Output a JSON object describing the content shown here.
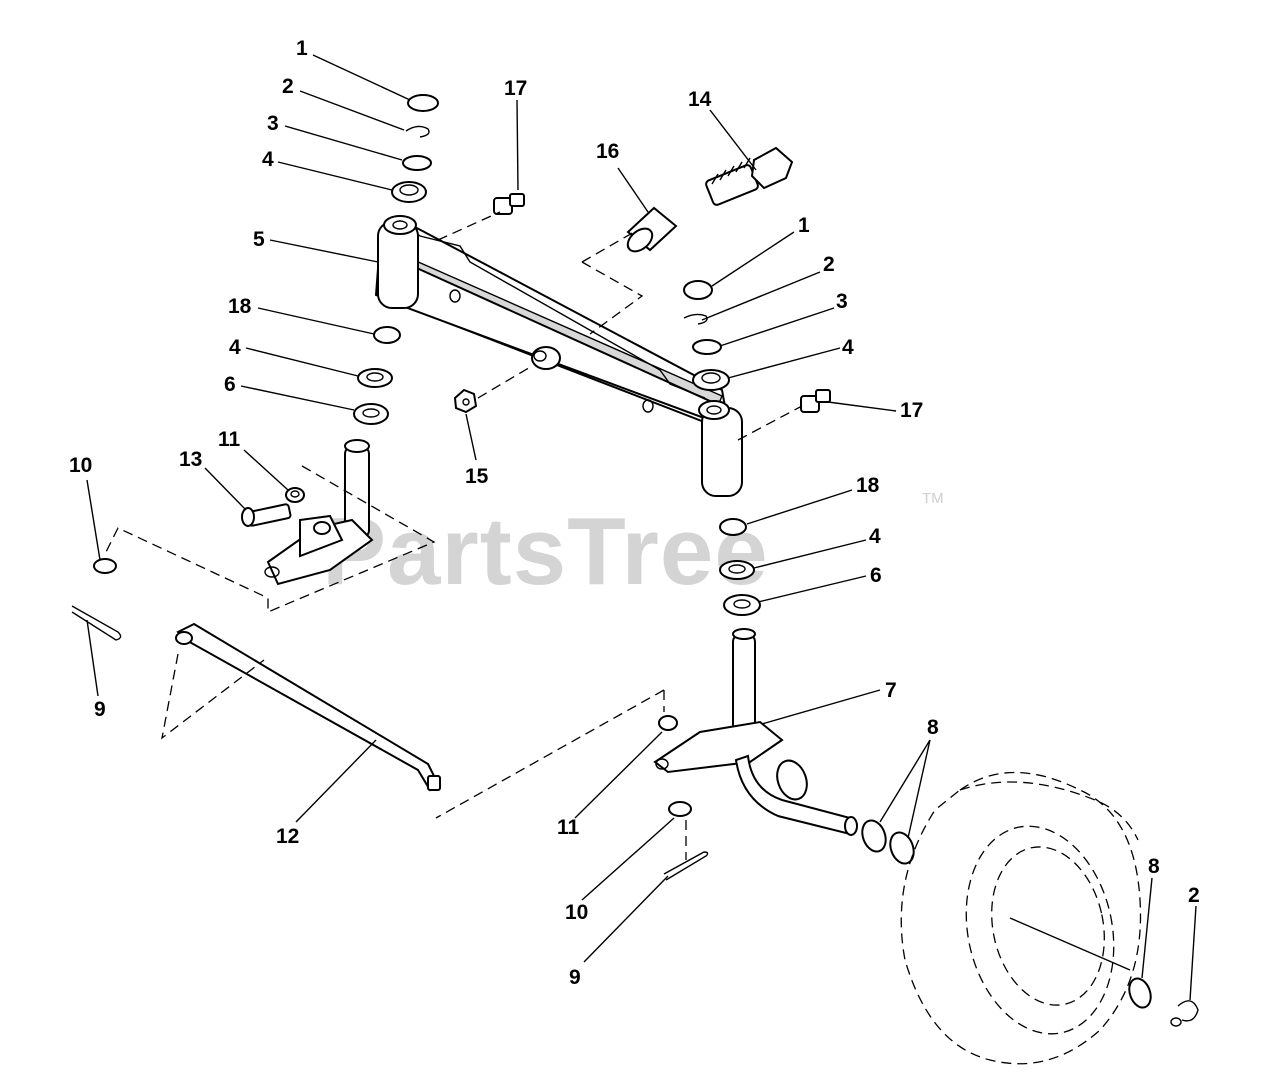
{
  "watermark": {
    "text": "PartsTree",
    "trademark": "TM"
  },
  "callouts": [
    "1",
    "2",
    "3",
    "4",
    "5",
    "18",
    "4",
    "6",
    "11",
    "13",
    "10",
    "9",
    "12",
    "17",
    "16",
    "14",
    "1",
    "2",
    "3",
    "4",
    "15",
    "17",
    "18",
    "4",
    "6",
    "7",
    "8",
    "11",
    "10",
    "9",
    "8",
    "2"
  ]
}
